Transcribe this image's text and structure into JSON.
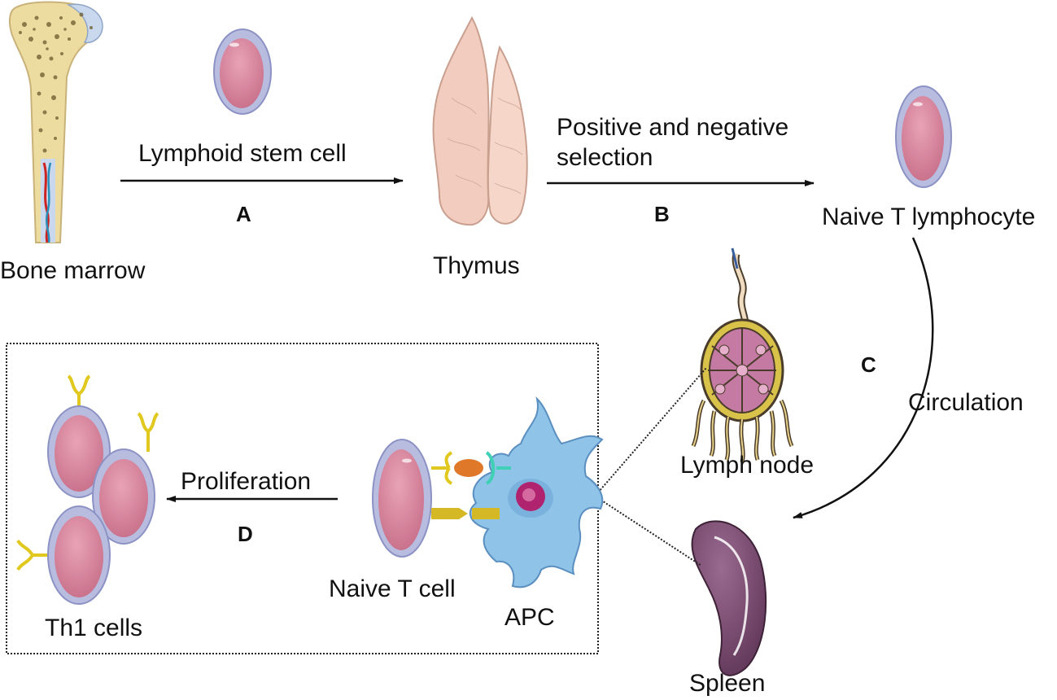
{
  "labels": {
    "bone_marrow": "Bone marrow",
    "lymphoid_stem_cell": "Lymphoid stem cell",
    "step_a": "A",
    "thymus": "Thymus",
    "selection_line1": "Positive and negative",
    "selection_line2": "selection",
    "step_b": "B",
    "naive_t_lymphocyte": "Naive T lymphocyte",
    "step_c": "C",
    "circulation": "Circulation",
    "lymph_node": "Lymph node",
    "spleen": "Spleen",
    "proliferation": "Proliferation",
    "step_d": "D",
    "naive_t_cell": "Naive T cell",
    "apc": "APC",
    "th1_cells": "Th1 cells"
  },
  "colors": {
    "bone": "#eddca0",
    "bone_pore": "#6b5a2e",
    "cell_body": "#d8879e",
    "cell_membrane": "#b8bde0",
    "thymus": "#f2cdbf",
    "apc": "#8fc3e8",
    "apc_nucleus": "#b0246f",
    "receptor_yellow": "#e1c81e",
    "antigen_orange": "#e0782a",
    "receptor_teal": "#3fd0b6",
    "spleen": "#7b4b72",
    "node_capsule": "#d9c24a",
    "node_interior": "#c47aa3"
  }
}
